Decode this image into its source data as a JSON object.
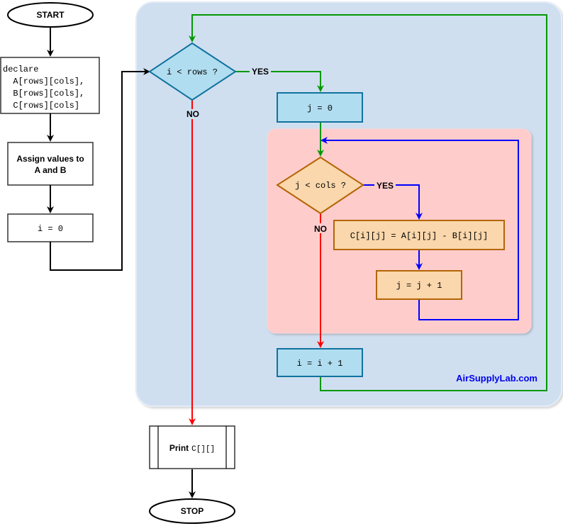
{
  "diagram": {
    "title": "Matrix subtraction flowchart",
    "nodes": {
      "start": "START",
      "declare": [
        "declare",
        "  A[rows][cols],",
        "  B[rows][cols],",
        "  C[rows][cols]"
      ],
      "assign": [
        "Assign values to",
        "A and B"
      ],
      "init_i": "i = 0",
      "cond_i": "i < rows ?",
      "init_j": "j = 0",
      "cond_j": "j < cols ?",
      "compute": "C[i][j] = A[i][j] - B[i][j]",
      "inc_j": "j = j + 1",
      "inc_i": "i = i + 1",
      "print_label": "Print",
      "print_arg": "C[][]",
      "stop": "STOP"
    },
    "labels": {
      "yes_outer": "YES",
      "no_outer": "NO",
      "yes_inner": "YES",
      "no_inner": "NO"
    },
    "watermark": "AirSupplyLab.com",
    "colors": {
      "outer_group_fill": "#d0dff0",
      "inner_group_fill": "#ffcccc",
      "blue_node_fill": "#b1ddf0",
      "blue_node_stroke": "#10739e",
      "orange_node_fill": "#fad7ac",
      "orange_node_stroke": "#b46504",
      "green_edge": "#009900",
      "red_edge": "#ff0000",
      "blue_edge": "#0000ff",
      "black_edge": "#000000",
      "watermark": "#0000ee"
    }
  }
}
